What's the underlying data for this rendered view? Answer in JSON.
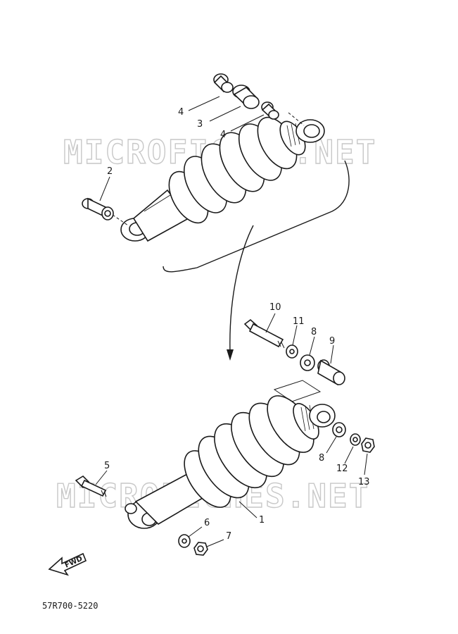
{
  "watermark": "MICROFICHES.NET",
  "diagram_code": "57R700-5220",
  "fwd_label": "FWD",
  "callouts": {
    "n1": "1",
    "n2": "2",
    "n3": "3",
    "n4a": "4",
    "n4b": "4",
    "n5": "5",
    "n6": "6",
    "n7": "7",
    "n8a": "8",
    "n8b": "8",
    "n9": "9",
    "n10": "10",
    "n11": "11",
    "n12": "12",
    "n13": "13"
  }
}
